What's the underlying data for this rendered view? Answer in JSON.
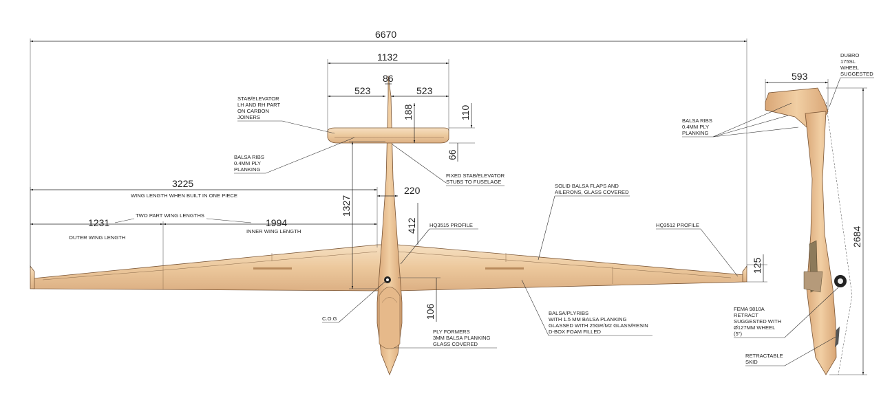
{
  "dimensions": {
    "overall_span": "6670",
    "stab_span": "1132",
    "stab_half_left": "523",
    "stab_half_right": "523",
    "fin_width": "86",
    "stab_root_chord": "188",
    "stab_tip_chord": "110",
    "stab_offset": "66",
    "wing_length_one_piece": "3225",
    "wing_root_chord": "220",
    "outer_wing": "1231",
    "inner_wing": "1994",
    "nose_to_wing": "1327",
    "wing_chord": "412",
    "tip_chord": "125",
    "cog_offset": "106",
    "side_tail_chord": "593",
    "side_length": "2684"
  },
  "notes": {
    "stab_elevator": [
      "STAB/ELEVATOR",
      "LH AND RH PART",
      "ON  CARBON",
      "JOINERS"
    ],
    "balsa_ribs_left": [
      "BALSA RIBS",
      "0.4MM PLY",
      "PLANKING"
    ],
    "fixed_stab": [
      "FIXED STAB/ELEVATOR",
      "STUBS TO FUSELAGE"
    ],
    "wing_one_piece": "WING LENGTH WHEN BUILT IN ONE PIECE",
    "two_part": "TWO PART WING LENGTHS",
    "outer_wing": "OUTER WING LENGTH",
    "inner_wing": "INNER WING LENGTH",
    "hq3515": "HQ3515 PROFILE",
    "solid_balsa": [
      "SOLID BALSA FLAPS AND",
      "AILERONS, GLASS COVERED"
    ],
    "hq3512": "HQ3512 PROFILE",
    "cog": "C.O.G",
    "balsa_plyribs": [
      "BALSA/PLYRIBS",
      "WITH 1.5 MM BALSA PLANKING",
      "GLASSED WITH 25GR/M2 GLASS/RESIN",
      "D-BOX FOAM FILLED"
    ],
    "ply_formers": [
      "PLY FORMERS",
      "3MM BALSA PLANKING",
      "GLASS COVERED"
    ],
    "dubro": [
      "DUBRO",
      "175SL",
      "WHEEL",
      " SUGGESTED"
    ],
    "balsa_ribs_side": [
      "BALSA RIBS",
      "0.4MM PLY",
      "PLANKING"
    ],
    "fema": [
      "FEMA 9810A",
      "RETRACT",
      "SUGGESTED WITH",
      "Ø127MM WHEEL",
      "(5\")"
    ],
    "skid": [
      "RETRACTABLE",
      "SKID"
    ]
  },
  "colors": {
    "wood_light": "#f3d9b6",
    "wood_mid": "#e8c296",
    "wood_dark": "#c99a6a",
    "outline": "#7a5535",
    "line": "#222222"
  }
}
